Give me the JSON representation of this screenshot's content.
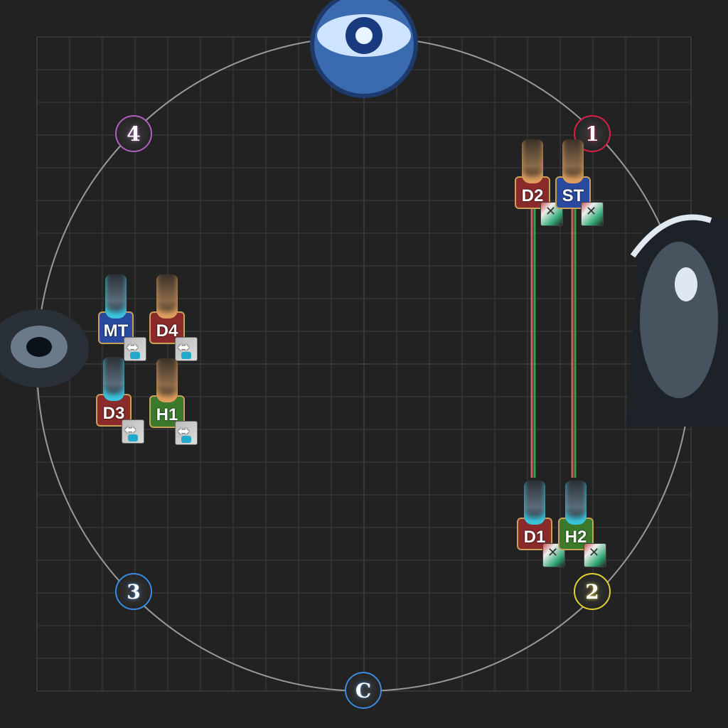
{
  "waymarks": [
    {
      "label": "1",
      "color": "#d8204a"
    },
    {
      "label": "2",
      "color": "#e0d030"
    },
    {
      "label": "3",
      "color": "#3a8ae0"
    },
    {
      "label": "4",
      "color": "#b060c0"
    },
    {
      "label": "C",
      "color": "#3a8ae0"
    }
  ],
  "players": [
    {
      "label": "MT",
      "role_color": "#2a4aa0",
      "fist": "dark",
      "debuff": "arrows"
    },
    {
      "label": "D4",
      "role_color": "#8a2a2a",
      "fist": "gold",
      "debuff": "arrows"
    },
    {
      "label": "D3",
      "role_color": "#8a2a2a",
      "fist": "dark",
      "debuff": "arrows"
    },
    {
      "label": "H1",
      "role_color": "#3a7a2a",
      "fist": "gold",
      "debuff": "arrows"
    },
    {
      "label": "D2",
      "role_color": "#8a2a2a",
      "fist": "gold",
      "debuff": "cross"
    },
    {
      "label": "ST",
      "role_color": "#2a4aa0",
      "fist": "gold",
      "debuff": "cross"
    },
    {
      "label": "D1",
      "role_color": "#8a2a2a",
      "fist": "dark",
      "debuff": "cross"
    },
    {
      "label": "H2",
      "role_color": "#3a7a2a",
      "fist": "dark",
      "debuff": "cross"
    }
  ],
  "tethers": {
    "colors": [
      "#d06060",
      "#30a050"
    ]
  }
}
